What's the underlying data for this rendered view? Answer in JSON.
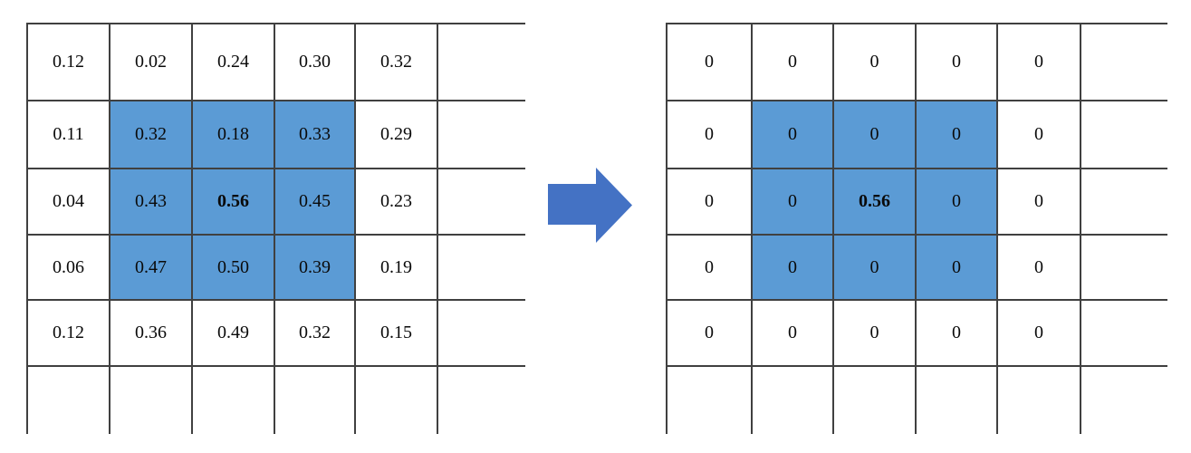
{
  "colors": {
    "background": "#FFFFFF",
    "highlight": "#5B9BD5",
    "arrow": "#4472C4",
    "grid_line": "#404040",
    "text": "#0A0A0A"
  },
  "left_grid": {
    "cells": [
      [
        "0.12",
        "0.02",
        "0.24",
        "0.30",
        "0.32",
        ""
      ],
      [
        "0.11",
        "0.32",
        "0.18",
        "0.33",
        "0.29",
        ""
      ],
      [
        "0.04",
        "0.43",
        "0.56",
        "0.45",
        "0.23",
        ""
      ],
      [
        "0.06",
        "0.47",
        "0.50",
        "0.39",
        "0.19",
        ""
      ],
      [
        "0.12",
        "0.36",
        "0.49",
        "0.32",
        "0.15",
        ""
      ],
      [
        "",
        "",
        "",
        "",
        "",
        ""
      ]
    ],
    "highlight": {
      "row_start": 1,
      "row_end": 3,
      "col_start": 1,
      "col_end": 3
    },
    "bold": {
      "row": 2,
      "col": 2
    }
  },
  "right_grid": {
    "cells": [
      [
        "0",
        "0",
        "0",
        "0",
        "0",
        ""
      ],
      [
        "0",
        "0",
        "0",
        "0",
        "0",
        ""
      ],
      [
        "0",
        "0",
        "0.56",
        "0",
        "0",
        ""
      ],
      [
        "0",
        "0",
        "0",
        "0",
        "0",
        ""
      ],
      [
        "0",
        "0",
        "0",
        "0",
        "0",
        ""
      ],
      [
        "",
        "",
        "",
        "",
        "",
        ""
      ]
    ],
    "highlight": {
      "row_start": 1,
      "row_end": 3,
      "col_start": 1,
      "col_end": 3
    },
    "bold": {
      "row": 2,
      "col": 2
    }
  },
  "arrow": {
    "icon": "right-block-arrow",
    "direction": "right"
  }
}
